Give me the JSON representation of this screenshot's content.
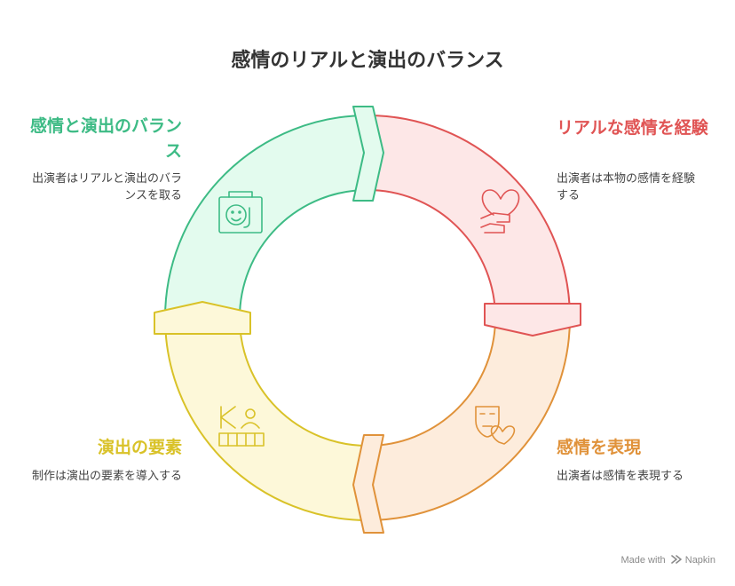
{
  "title": "感情のリアルと演出のバランス",
  "colors": {
    "green": "#3dbb85",
    "green_fill": "#e3fbee",
    "red": "#e05454",
    "red_fill": "#fde7e7",
    "orange": "#e0923a",
    "orange_fill": "#fdecdc",
    "yellow": "#d9c228",
    "yellow_fill": "#fdf8d9"
  },
  "segments": [
    {
      "heading": "感情と演出のバランス",
      "description": "出演者はリアルと演出のバランスを取る",
      "icon": "portrait-smile-icon"
    },
    {
      "heading": "リアルな感情を経験",
      "description": "出演者は本物の感情を経験する",
      "icon": "hand-heart-icon"
    },
    {
      "heading": "感情を表現",
      "description": "出演者は感情を表現する",
      "icon": "mask-heart-icon"
    },
    {
      "heading": "演出の要素",
      "description": "制作は演出の要素を導入する",
      "icon": "stage-director-icon"
    }
  ],
  "footer": {
    "text": "Made with",
    "brand": "Napkin",
    "icon": "napkin-logo-icon"
  }
}
